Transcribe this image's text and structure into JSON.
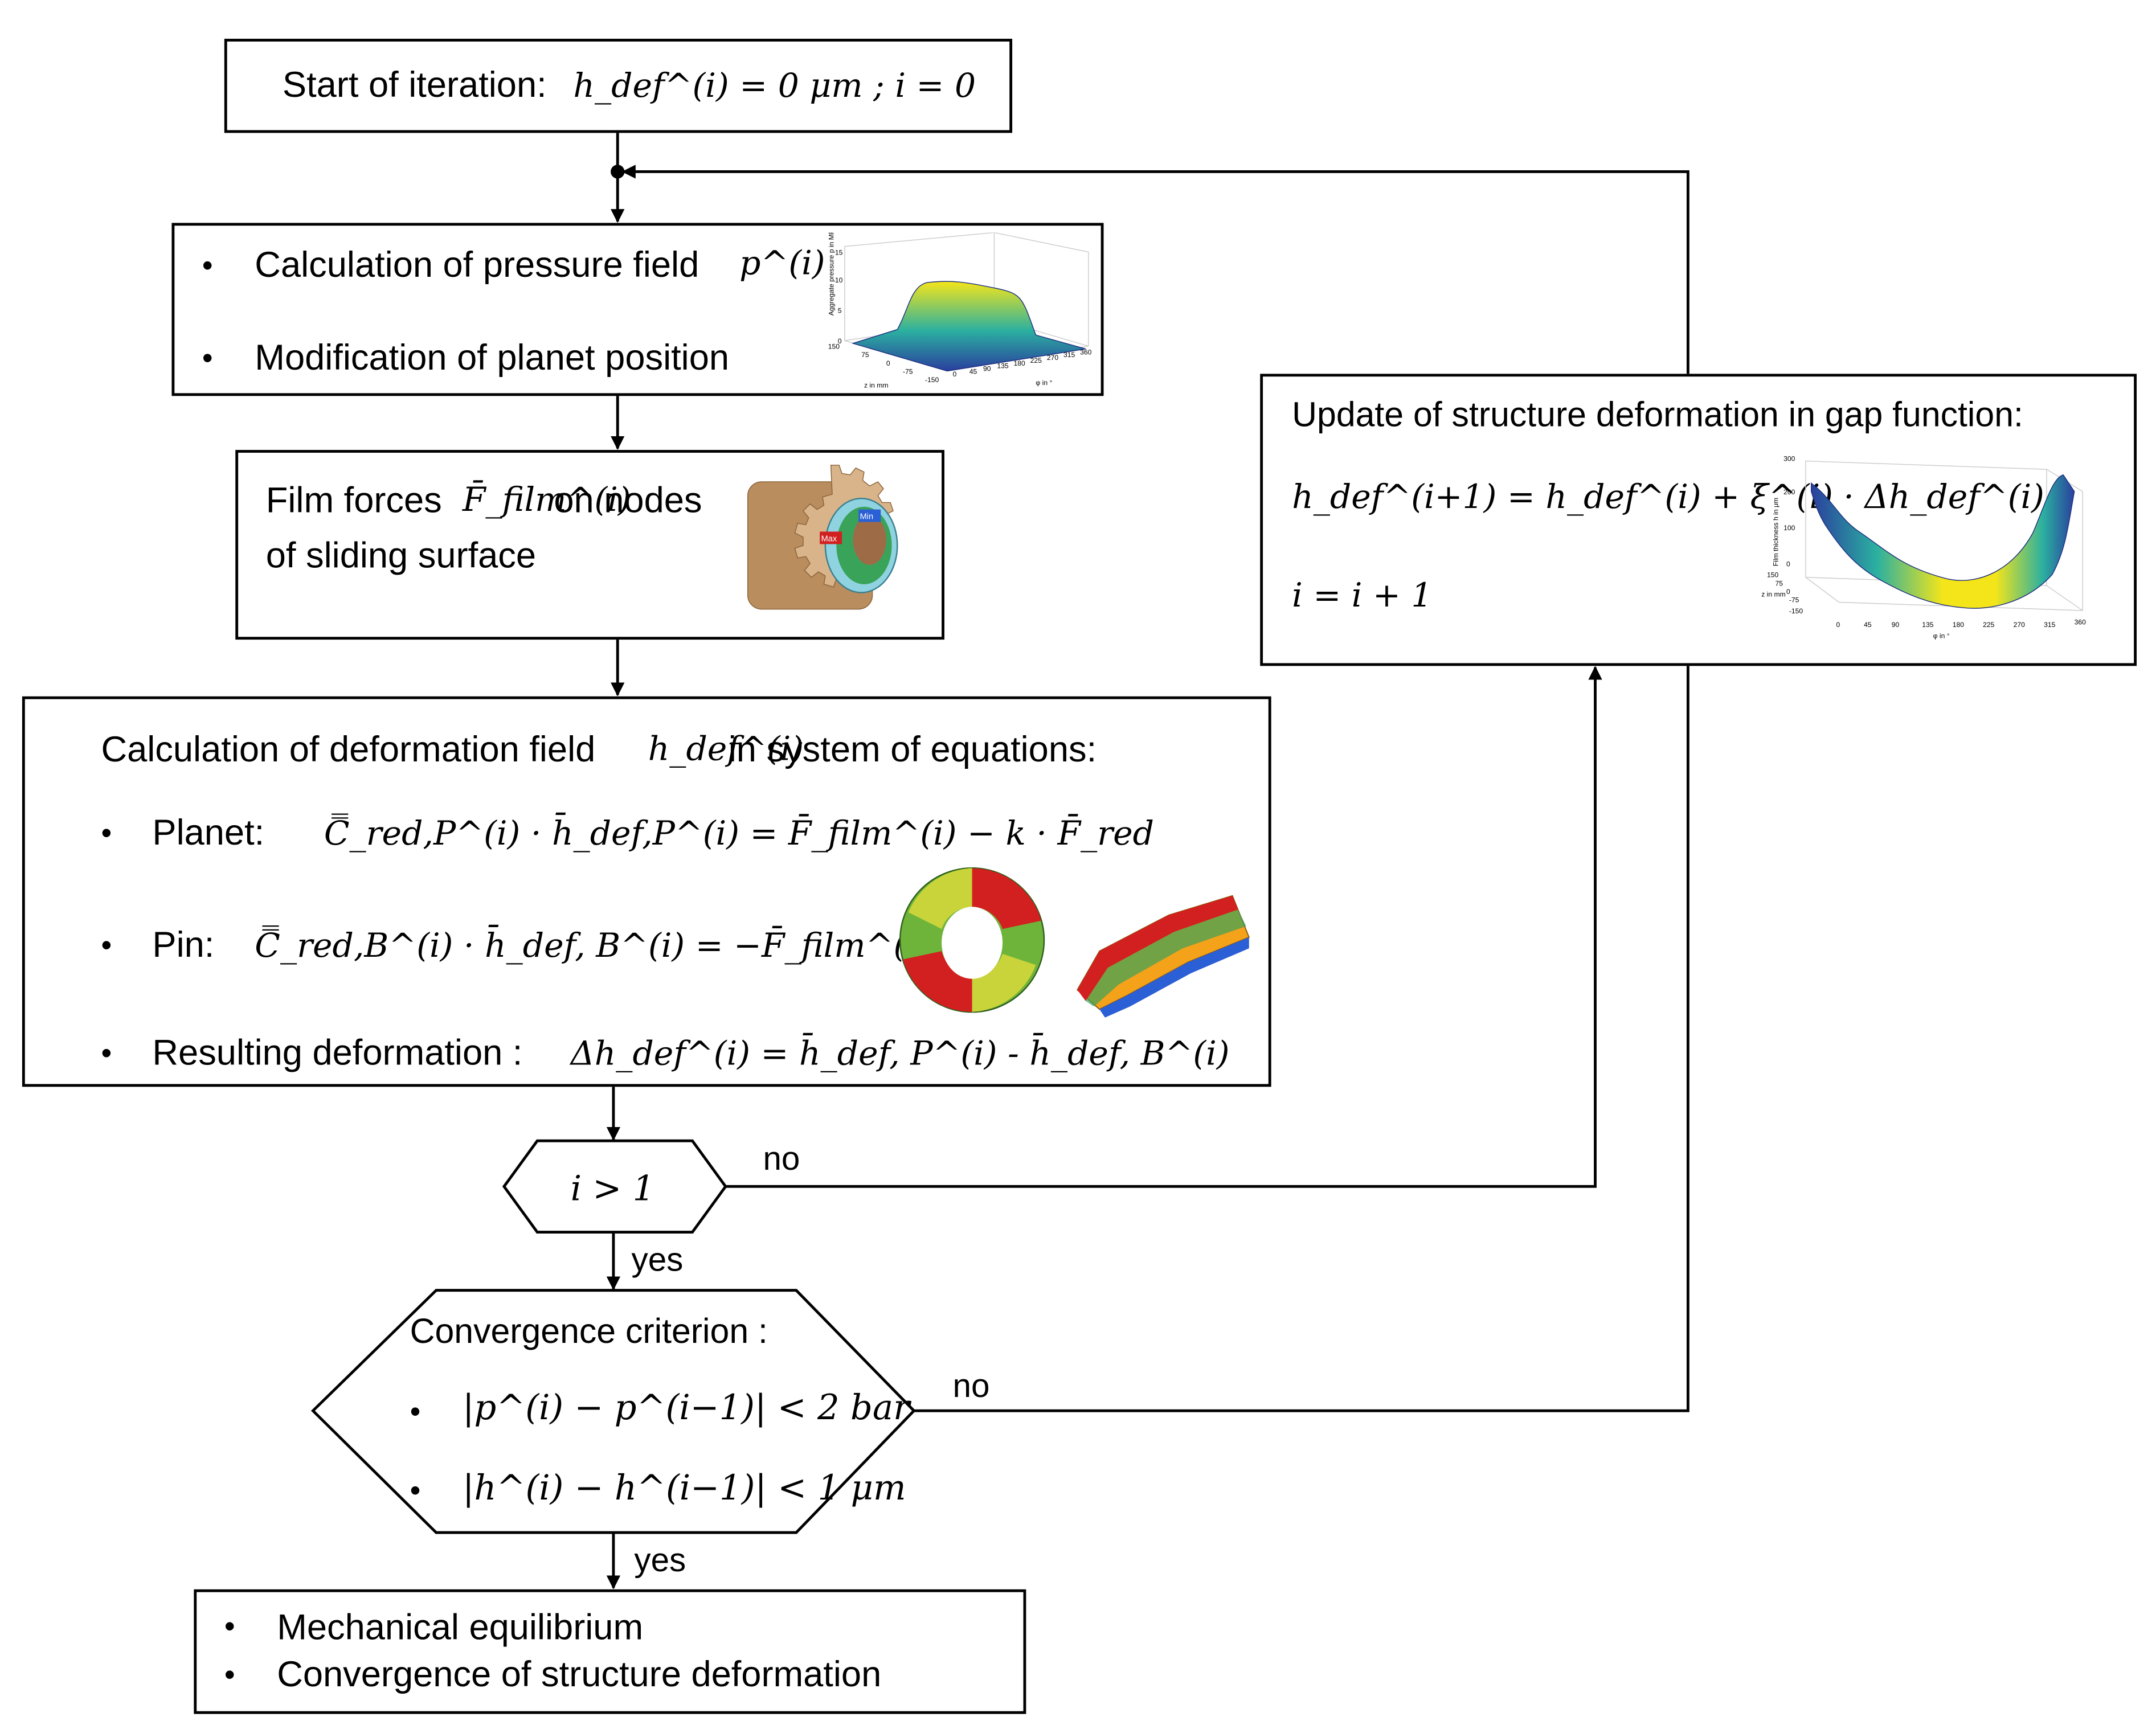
{
  "start": {
    "label": "Start of iteration:",
    "formula": "h_def^(i) = 0 μm ;     i = 0"
  },
  "pressure": {
    "item1": "Calculation of pressure field",
    "item1_math": "p^(i)",
    "item2": "Modification of planet position"
  },
  "film": {
    "line1a": "Film forces",
    "line1_math": "F̄_film^(i)",
    "line1b": "on nodes",
    "line2": "of sliding surface"
  },
  "deformation": {
    "title_a": "Calculation of deformation field",
    "title_math": "h_def^(i)",
    "title_b": "in system of equations:",
    "planet_label": "Planet:",
    "planet_eq": "C̿_red,P^(i) · h̄_def,P^(i) = F̄_film^(i) − k · F̄_red",
    "pin_label": "Pin:",
    "pin_eq": "C̿_red,B^(i) · h̄_def, B^(i) = −F̄_film^(i)",
    "result_label": "Resulting deformation :",
    "result_eq": "Δh_def^(i) = h̄_def, P^(i) - h̄_def, B^(i)"
  },
  "decision1": {
    "condition": "i > 1",
    "no_label": "no",
    "yes_label": "yes"
  },
  "convergence": {
    "title": "Convergence criterion :",
    "crit1": "|p^(i) − p^(i−1)| < 2 bar",
    "crit2": "|h^(i) − h^(i−1)| < 1 μm",
    "no_label": "no",
    "yes_label": "yes"
  },
  "final": {
    "item1": "Mechanical equilibrium",
    "item2": "Convergence of structure deformation"
  },
  "update": {
    "title": "Update of structure deformation in gap function:",
    "eq1": "h_def^(i+1) = h_def^(i) + ξ^(i) · Δh_def^(i)",
    "eq2": "i = i + 1"
  },
  "thumb_pressure": {
    "axis_z": "Aggregate pressure p in MPa",
    "z_ticks": [
      "0",
      "5",
      "10",
      "15"
    ],
    "x_label": "z in mm",
    "x_ticks": [
      "150",
      "75",
      "0",
      "-75",
      "-150"
    ],
    "y_label": "φ in °",
    "y_ticks": [
      "0",
      "45",
      "90",
      "135",
      "180",
      "225",
      "270",
      "315",
      "360"
    ]
  },
  "thumb_gear": {
    "max_label": "Max",
    "min_label": "Min"
  },
  "thumb_film": {
    "axis_z": "Film thickness h in μm",
    "z_ticks": [
      "0",
      "100",
      "200",
      "300"
    ],
    "x_label": "z in mm",
    "x_ticks": [
      "150",
      "75",
      "0",
      "-75",
      "-150"
    ],
    "y_label": "φ in °",
    "y_ticks": [
      "0",
      "45",
      "90",
      "135",
      "180",
      "225",
      "270",
      "315",
      "360"
    ]
  },
  "colors": {
    "line": "#000000",
    "surface_low": "#2a3f9e",
    "surface_mid": "#2bb0a0",
    "surface_high": "#f4e51a",
    "gear_body": "#d9b48a",
    "deform_red": "#d21f1f",
    "deform_green": "#6fb43a",
    "deform_blue": "#2a5fd6"
  }
}
